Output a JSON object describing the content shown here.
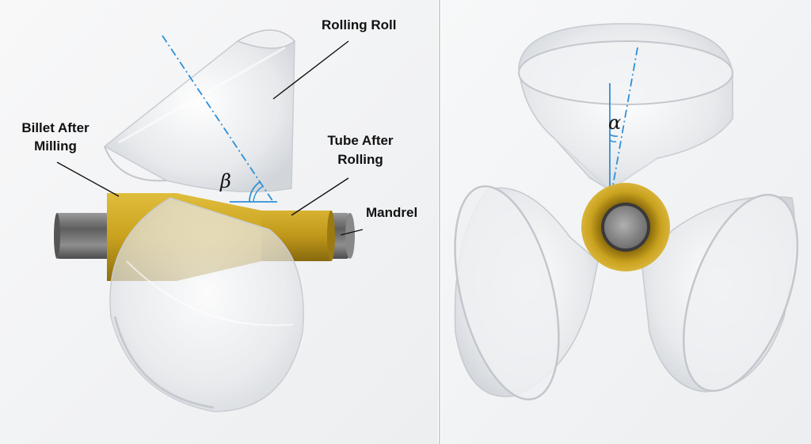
{
  "labels": {
    "rolling_roll": "Rolling Roll",
    "billet_line1": "Billet After",
    "billet_line2": "Milling",
    "tube_line1": "Tube After",
    "tube_line2": "Rolling",
    "mandrel": "Mandrel",
    "beta": "β",
    "alpha": "α"
  },
  "colors": {
    "billet": "#c9a21e",
    "mandrel": "#7d7d7d",
    "axis_line": "#2e8fd6",
    "roll": "#dfe2e6",
    "divider": "#cccccc"
  }
}
